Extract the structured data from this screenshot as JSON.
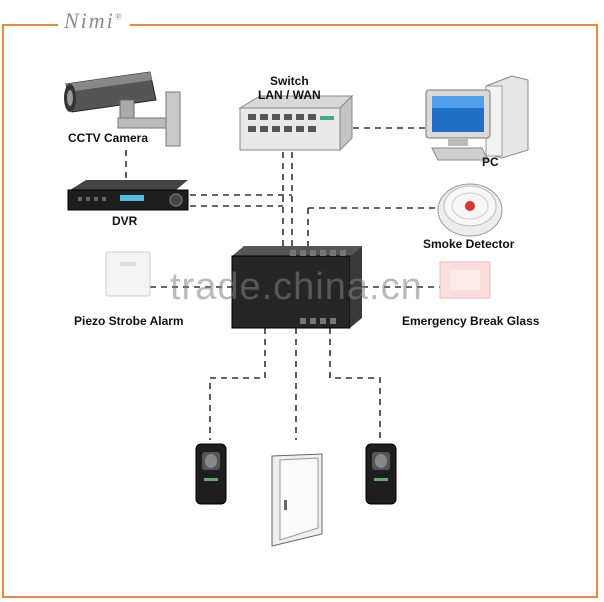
{
  "brand": {
    "text": "Nimi",
    "mark": "®"
  },
  "watermark": "trade.china.cn",
  "devices": {
    "cctv": {
      "label": "CCTV Camera",
      "icon": "cctv-camera-icon"
    },
    "switch": {
      "label_line1": "Switch",
      "label_line2": "LAN / WAN",
      "icon": "network-switch-icon"
    },
    "pc": {
      "label": "PC",
      "icon": "desktop-pc-icon"
    },
    "dvr": {
      "label": "DVR",
      "icon": "dvr-recorder-icon"
    },
    "smoke": {
      "label": "Smoke Detector",
      "icon": "smoke-detector-icon"
    },
    "strobe": {
      "label": "Piezo Strobe Alarm",
      "icon": "strobe-alarm-icon"
    },
    "breakglass": {
      "label": "Emergency Break Glass",
      "icon": "break-glass-icon"
    },
    "controller": {
      "icon": "access-controller-icon"
    },
    "reader_left": {
      "icon": "fingerprint-reader-icon"
    },
    "door": {
      "icon": "door-icon"
    },
    "reader_right": {
      "icon": "fingerprint-reader-icon"
    }
  },
  "colors": {
    "frame": "#e98a3d",
    "link": "#333333",
    "device": "#2b2b2b"
  }
}
